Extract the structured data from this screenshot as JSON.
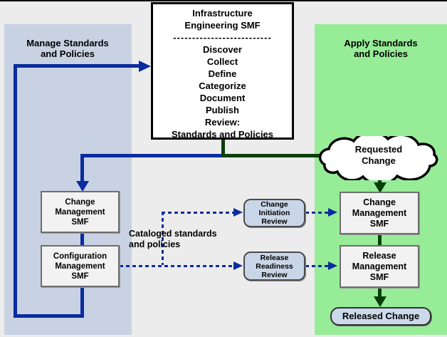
{
  "colors": {
    "background": "#ececec",
    "left_panel": "#c9d2e3",
    "right_panel": "#97ec97",
    "accent_blue": "#0a2c9e",
    "accent_dark_green": "#073f07",
    "process_box_fill": "#f2f2f2",
    "review_box_fill": "#c9d6e8"
  },
  "panels": {
    "left_title": "Manage Standards\nand Policies",
    "right_title": "Apply Standards\nand Policies"
  },
  "infrastructure_box": {
    "title": "Infrastructure\nEngineering SMF",
    "divider": "--------------------------",
    "activities": "Discover\nCollect\nDefine\nCategorize\nDocument\nPublish\nReview:\nStandards and Policies"
  },
  "nodes": {
    "change_mgmt_left": "Change\nManagement\nSMF",
    "config_mgmt": "Configuration\nManagement\nSMF",
    "change_initiation_review": "Change\nInitiation\nReview",
    "release_readiness_review": "Release\nReadiness\nReview",
    "change_mgmt_right": "Change\nManagement\nSMF",
    "release_mgmt": "Release\nManagement\nSMF",
    "requested_change": "Requested\nChange",
    "released_change": "Released Change"
  },
  "labels": {
    "cataloged": "Cataloged standards\nand policies"
  }
}
